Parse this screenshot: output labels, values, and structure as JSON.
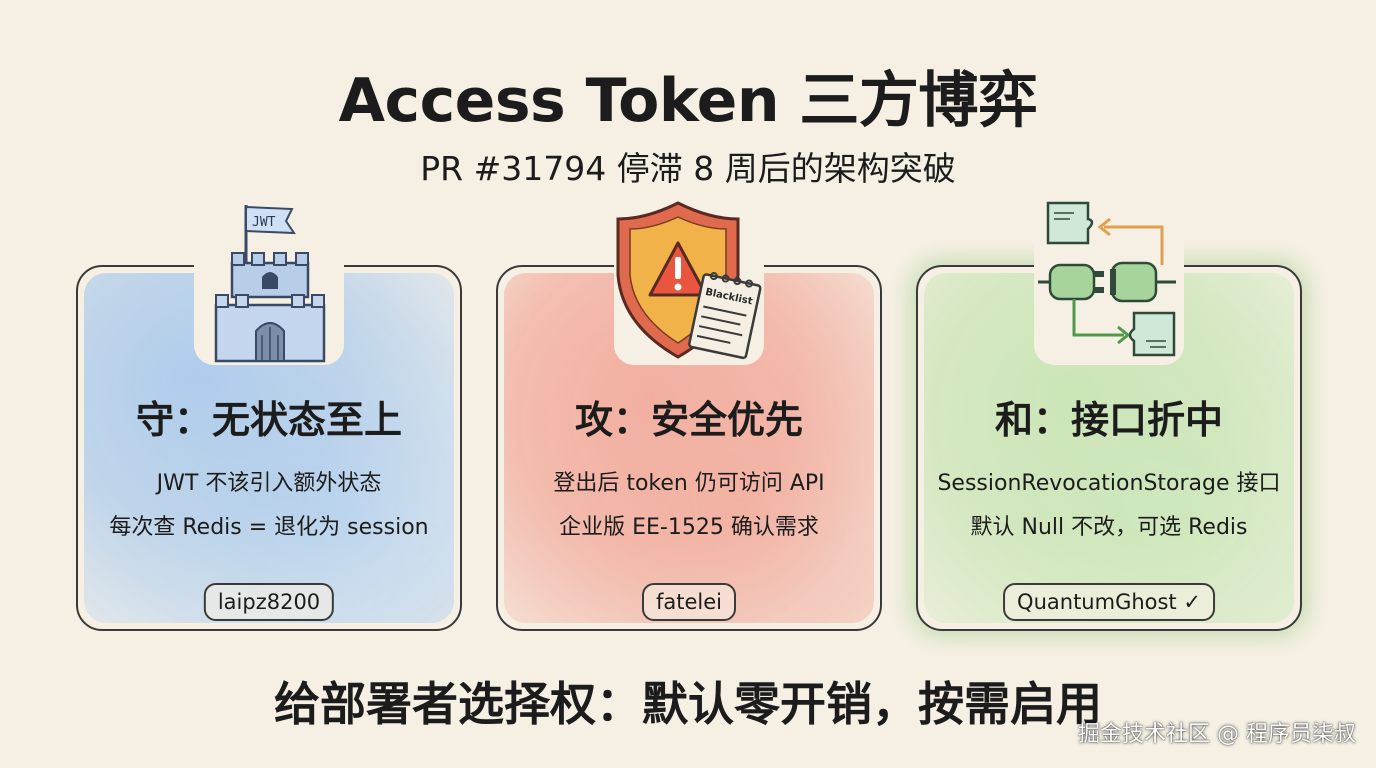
{
  "title": "Access Token 三方博弈",
  "subtitle": "PR #31794 停滞 8 周后的架构突破",
  "cards": [
    {
      "heading": "守：无状态至上",
      "line1": "JWT 不该引入额外状态",
      "line2": "每次查 Redis = 退化为 session",
      "author": "laipz8200",
      "icon": "castle-icon",
      "flag_text": "JWT",
      "color": "#a9c9ec"
    },
    {
      "heading": "攻：安全优先",
      "line1": "登出后 token 仍可访问 API",
      "line2": "企业版 EE-1525 确认需求",
      "author": "fatelei",
      "icon": "shield-warning-icon",
      "note_text": "Blacklist",
      "color": "#f2a99a"
    },
    {
      "heading": "和：接口折中",
      "line1": "SessionRevocationStorage 接口",
      "line2": "默认 Null 不改，可选 Redis",
      "author": "QuantumGhost ✓",
      "icon": "plug-interface-icon",
      "color": "#c7e4b3"
    }
  ],
  "footer": "给部署者选择权：默认零开销，按需启用",
  "watermark": "掘金技术社区 @ 程序员柒叔"
}
